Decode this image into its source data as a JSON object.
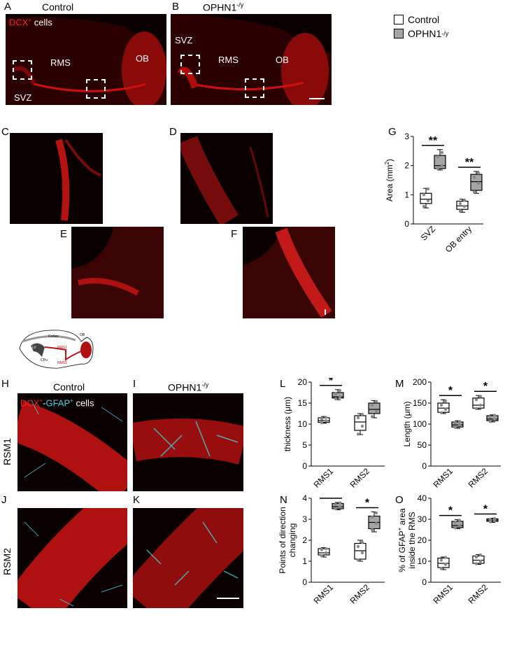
{
  "panels": {
    "A": {
      "letter": "A",
      "title": "Control",
      "label_dcx": "DCX",
      "label_sup": "+",
      "label_cells": " cells",
      "rms": "RMS",
      "ob": "OB",
      "svz": "SVZ"
    },
    "B": {
      "letter": "B",
      "title": "OPHN1",
      "title_sup": "-/y",
      "svz": "SVZ",
      "rms": "RMS",
      "ob": "OB"
    },
    "C": {
      "letter": "C"
    },
    "D": {
      "letter": "D"
    },
    "E": {
      "letter": "E"
    },
    "F": {
      "letter": "F"
    },
    "H": {
      "letter": "H",
      "title": "Control",
      "label_dcx": "DCX",
      "label_sup1": "+",
      "label_dash": "-",
      "label_gfap": "GFAP",
      "label_sup2": "+",
      "label_cells": " cells",
      "row": "RSM1"
    },
    "I": {
      "letter": "I",
      "title": "OPHN1",
      "title_sup": "-/y"
    },
    "J": {
      "letter": "J",
      "row": "RSM2"
    },
    "K": {
      "letter": "K"
    },
    "schematic": {
      "cortex": "Cortex",
      "ob": "OB",
      "lv": "LV",
      "cpu": "CPu",
      "rms1": "RMS1",
      "rms2": "RMS2"
    }
  },
  "legend": {
    "items": [
      {
        "label": "Control",
        "sup": "",
        "color": "#ffffff"
      },
      {
        "label": "OPHN1",
        "sup": "-/y",
        "color": "#a6a6a6"
      }
    ]
  },
  "colors": {
    "control": "#ffffff",
    "ophn1": "#a6a6a6",
    "fluor_red": "#e01616",
    "fluor_cyan": "#3fd0e0"
  },
  "chart_data": [
    {
      "id": "G",
      "letter": "G",
      "type": "box",
      "ylabel": "Area (mm",
      "ylabel_sup": "2",
      "ylabel_end": ")",
      "categories": [
        "SVZ",
        "OB entry"
      ],
      "yticks": [
        0,
        1,
        2,
        3
      ],
      "ylim": [
        0,
        3
      ],
      "sig": [
        "**",
        "**"
      ],
      "series": [
        {
          "name": "Control",
          "boxes": [
            {
              "min": 0.55,
              "q1": 0.7,
              "med": 0.85,
              "q3": 1.05,
              "max": 1.22,
              "points": [
                0.6,
                0.8,
                1.0,
                1.2
              ]
            },
            {
              "min": 0.4,
              "q1": 0.5,
              "med": 0.62,
              "q3": 0.78,
              "max": 0.85,
              "points": [
                0.45,
                0.6,
                0.7,
                0.82
              ]
            }
          ]
        },
        {
          "name": "OPHN1",
          "boxes": [
            {
              "min": 1.85,
              "q1": 1.9,
              "med": 2.0,
              "q3": 2.35,
              "max": 2.55,
              "points": [
                1.9,
                2.0,
                2.3,
                2.45
              ]
            },
            {
              "min": 1.05,
              "q1": 1.15,
              "med": 1.45,
              "q3": 1.7,
              "max": 1.8,
              "points": [
                1.1,
                1.4,
                1.6,
                1.75
              ]
            }
          ]
        }
      ]
    },
    {
      "id": "L",
      "letter": "L",
      "type": "box",
      "ylabel": "thickness (μm)",
      "categories": [
        "RMS1",
        "RMS2"
      ],
      "yticks": [
        0,
        5,
        10,
        15,
        20
      ],
      "ylim": [
        0,
        20
      ],
      "sig": [
        "*",
        ""
      ],
      "series": [
        {
          "name": "Control",
          "boxes": [
            {
              "min": 10.2,
              "q1": 10.4,
              "med": 10.8,
              "q3": 11.5,
              "max": 11.8,
              "points": [
                10.3,
                10.8,
                11.2,
                11.6
              ]
            },
            {
              "min": 7.5,
              "q1": 8.5,
              "med": 10.5,
              "q3": 12.0,
              "max": 12.5,
              "points": [
                7.6,
                9.5,
                11.5,
                12.3
              ]
            }
          ]
        },
        {
          "name": "OPHN1",
          "boxes": [
            {
              "min": 15.8,
              "q1": 16.2,
              "med": 16.5,
              "q3": 17.5,
              "max": 18.2,
              "points": [
                16.0,
                16.5,
                17.2,
                18.0
              ]
            },
            {
              "min": 11.5,
              "q1": 12.5,
              "med": 13.5,
              "q3": 15.0,
              "max": 15.6,
              "points": [
                11.8,
                13.0,
                14.5,
                15.4
              ]
            }
          ]
        }
      ]
    },
    {
      "id": "M",
      "letter": "M",
      "type": "box",
      "ylabel": "Length (μm)",
      "categories": [
        "RMS1",
        "RMS2"
      ],
      "yticks": [
        0,
        50,
        100,
        150,
        200
      ],
      "ylim": [
        0,
        200
      ],
      "sig": [
        "*",
        "*"
      ],
      "series": [
        {
          "name": "Control",
          "boxes": [
            {
              "min": 125,
              "q1": 128,
              "med": 138,
              "q3": 150,
              "max": 158,
              "points": [
                127,
                135,
                145,
                155
              ]
            },
            {
              "min": 135,
              "q1": 138,
              "med": 145,
              "q3": 162,
              "max": 168,
              "points": [
                137,
                145,
                158,
                166
              ]
            }
          ]
        },
        {
          "name": "OPHN1",
          "boxes": [
            {
              "min": 90,
              "q1": 93,
              "med": 98,
              "q3": 105,
              "max": 108,
              "points": [
                92,
                98,
                103,
                106
              ]
            },
            {
              "min": 105,
              "q1": 108,
              "med": 112,
              "q3": 120,
              "max": 122,
              "points": [
                106,
                112,
                117,
                121
              ]
            }
          ]
        }
      ]
    },
    {
      "id": "N",
      "letter": "N",
      "type": "box",
      "ylabel": "Points of direction changing",
      "categories": [
        "RMS1",
        "RMS2"
      ],
      "yticks": [
        0,
        1,
        2,
        3,
        4
      ],
      "ylim": [
        0,
        4
      ],
      "sig": [
        "*",
        "*"
      ],
      "series": [
        {
          "name": "Control",
          "boxes": [
            {
              "min": 1.2,
              "q1": 1.3,
              "med": 1.4,
              "q3": 1.6,
              "max": 1.65,
              "points": [
                1.25,
                1.4,
                1.55,
                1.6
              ]
            },
            {
              "min": 1.0,
              "q1": 1.1,
              "med": 1.5,
              "q3": 1.85,
              "max": 2.0,
              "points": [
                1.05,
                1.4,
                1.7,
                1.9
              ]
            }
          ]
        },
        {
          "name": "OPHN1",
          "boxes": [
            {
              "min": 3.45,
              "q1": 3.5,
              "med": 3.6,
              "q3": 3.75,
              "max": 3.8,
              "points": [
                3.5,
                3.6,
                3.7,
                3.78
              ]
            },
            {
              "min": 2.4,
              "q1": 2.55,
              "med": 2.85,
              "q3": 3.15,
              "max": 3.35,
              "points": [
                2.5,
                2.8,
                3.1,
                3.3
              ]
            }
          ]
        }
      ]
    },
    {
      "id": "O",
      "letter": "O",
      "type": "box",
      "ylabel": "% of GFAP",
      "ylabel_sup": "+",
      "ylabel_end": " area inside the RMS",
      "categories": [
        "RMS1",
        "RMS2"
      ],
      "yticks": [
        0,
        10,
        20,
        30,
        40
      ],
      "ylim": [
        0,
        40
      ],
      "sig": [
        "*",
        "*"
      ],
      "series": [
        {
          "name": "Control",
          "boxes": [
            {
              "min": 6.0,
              "q1": 7.0,
              "med": 9.0,
              "q3": 11.5,
              "max": 12.0,
              "points": [
                6.5,
                8.5,
                10.5,
                11.8
              ]
            },
            {
              "min": 8.5,
              "q1": 9.0,
              "med": 10.5,
              "q3": 12.5,
              "max": 13.2,
              "points": [
                8.8,
                10.0,
                12.0,
                13.0
              ]
            }
          ]
        },
        {
          "name": "OPHN1",
          "boxes": [
            {
              "min": 25.5,
              "q1": 26.0,
              "med": 27.0,
              "q3": 29.0,
              "max": 29.8,
              "points": [
                25.8,
                27.0,
                28.5,
                29.5
              ]
            },
            {
              "min": 28.5,
              "q1": 29.0,
              "med": 29.6,
              "q3": 30.2,
              "max": 30.5,
              "points": [
                28.8,
                29.5,
                30.0,
                30.4
              ]
            }
          ]
        }
      ]
    }
  ]
}
